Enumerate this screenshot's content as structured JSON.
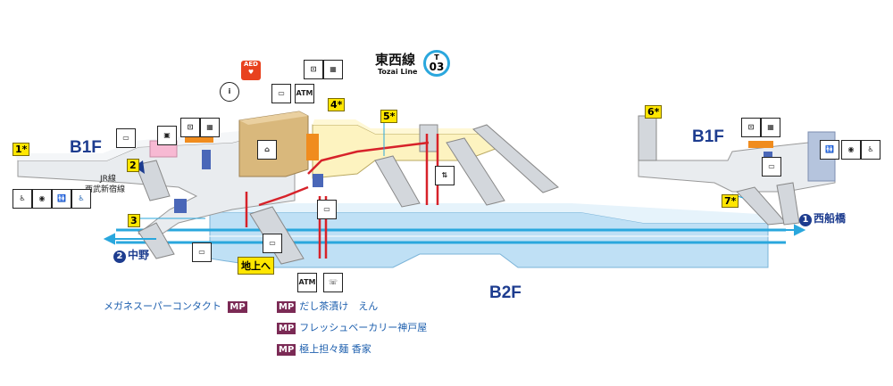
{
  "line": {
    "name": "東西線",
    "name_en": "Tozai Line",
    "code_letter": "T",
    "code_num": "03"
  },
  "floors": {
    "b1_left": "B1F",
    "b1_right": "B1F",
    "b2": "B2F"
  },
  "exits": {
    "e1": "1*",
    "e2": "2",
    "e3": "3",
    "e4": "4*",
    "e5": "5*",
    "e6": "6*",
    "e7": "7*"
  },
  "transfer": {
    "line1": "JR線",
    "line2": "西武新宿線"
  },
  "directions": {
    "left_num": "2",
    "left_label": "中野",
    "right_num": "1",
    "right_label": "西船橋"
  },
  "ground_label": "地上へ",
  "aed_label": "AED",
  "icons": {
    "info": "i",
    "atm": "ATM",
    "atm2": "ATM",
    "phone": "☏"
  },
  "shops": [
    {
      "tag": "MP",
      "name": "メガネスーパーコンタクト"
    },
    {
      "tag": "MP",
      "name": "だし茶漬け　えん"
    },
    {
      "tag": "MP",
      "name": "フレッシュベーカリー神戸屋"
    },
    {
      "tag": "MP",
      "name": "極上担々麺 香家"
    }
  ],
  "colors": {
    "platform": "#bfe0f5",
    "concourse": "#fdf3c0",
    "track": "#2aa7dd",
    "navy": "#1d3c8f",
    "route": "#d7222a",
    "gate": "#f08c1e",
    "shop_area": "#d9b87c"
  }
}
